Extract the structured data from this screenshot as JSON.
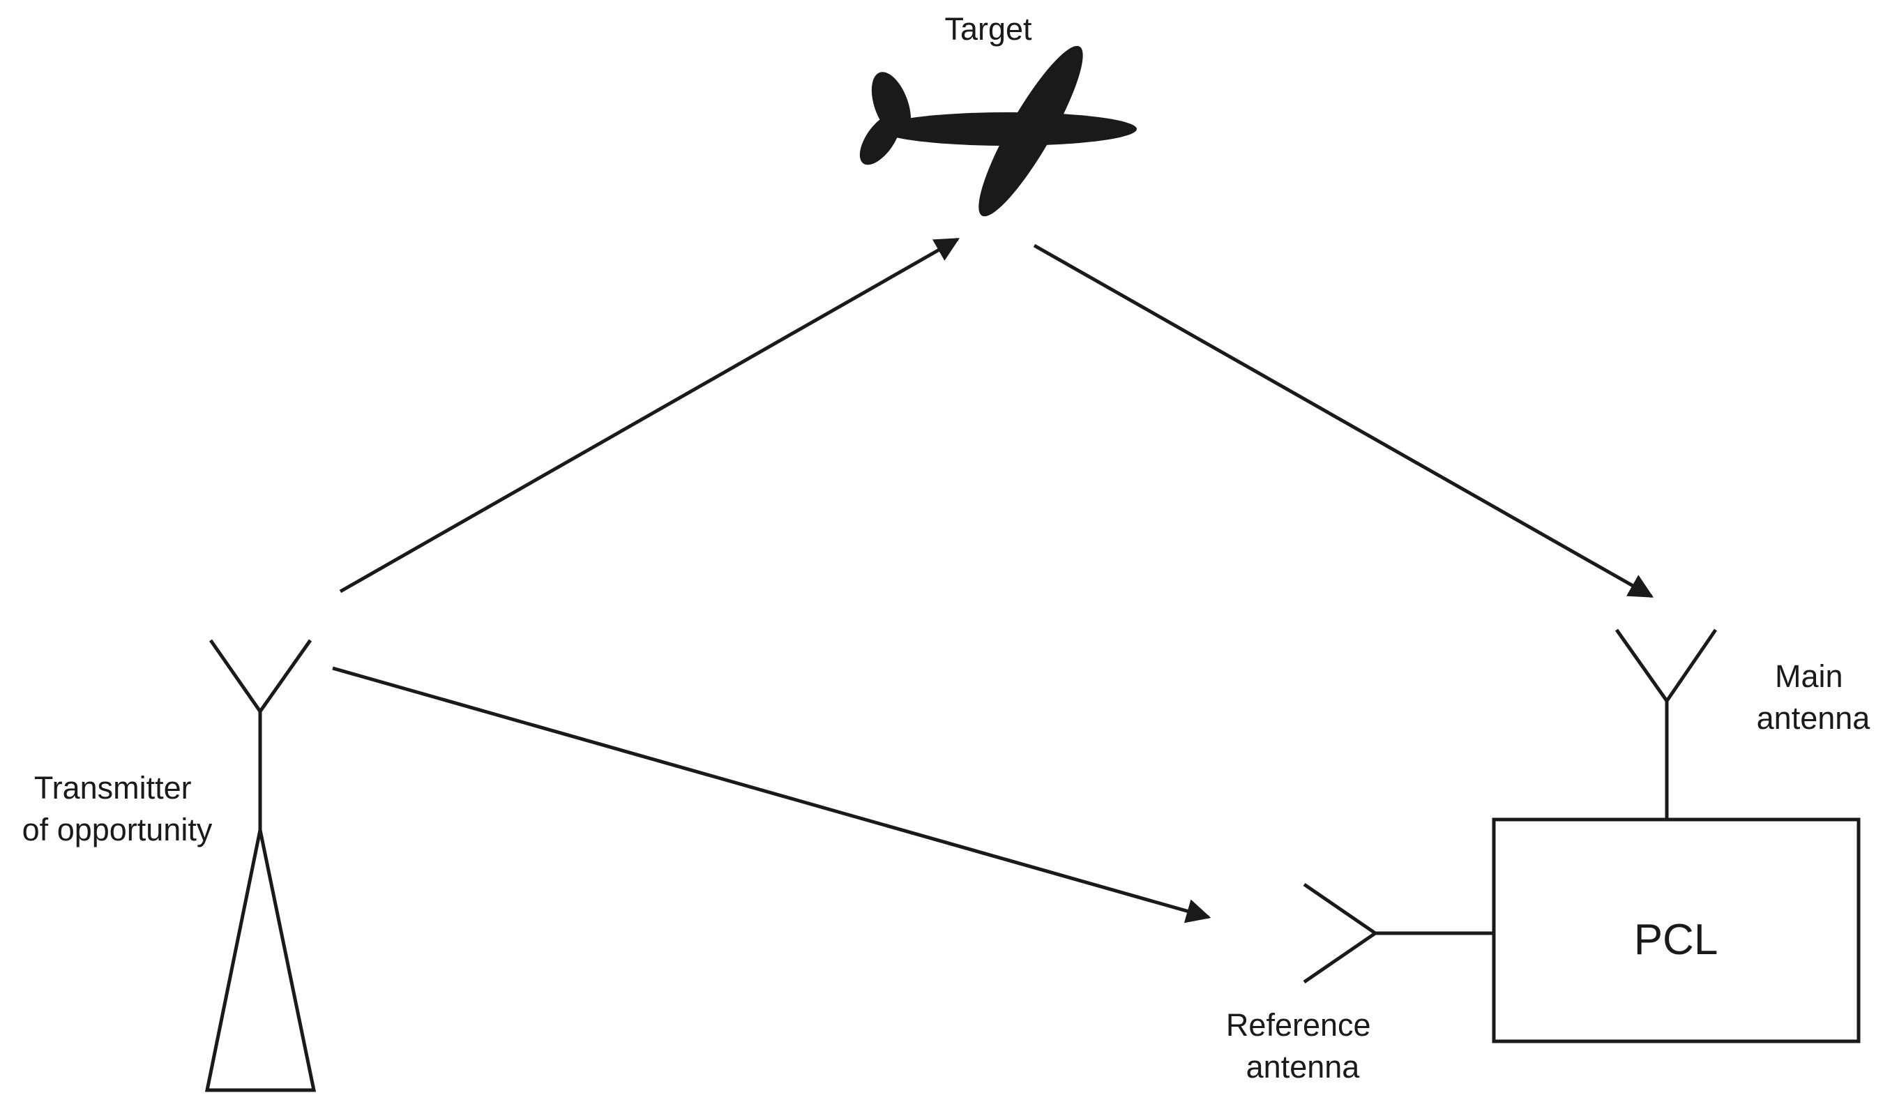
{
  "labels": {
    "target": "Target",
    "main_antenna_line1": "Main",
    "main_antenna_line2": "antenna",
    "transmitter_line1": "Transmitter",
    "transmitter_line2": "of opportunity",
    "reference_antenna_line1": "Reference",
    "reference_antenna_line2": "antenna",
    "pcl_box": "PCL"
  },
  "colors": {
    "ink": "#1a1a1a",
    "background": "#ffffff"
  },
  "icons": {
    "target": "airplane-icon",
    "transmitter": "antenna-tower-icon",
    "main_antenna": "antenna-icon",
    "reference_antenna": "antenna-icon"
  }
}
